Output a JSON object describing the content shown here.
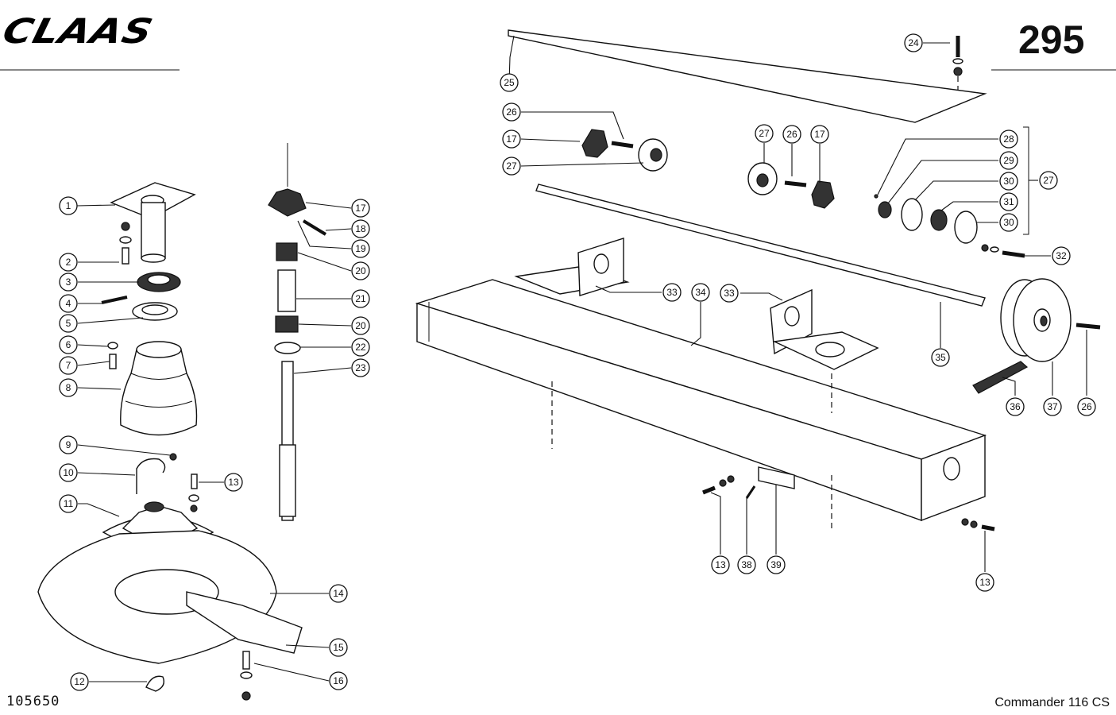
{
  "header": {
    "brand": "CLAAS",
    "page_number": "295"
  },
  "footer": {
    "drawing_number": "105650",
    "model": "Commander 116 CS"
  },
  "callouts": [
    {
      "label": "1"
    },
    {
      "label": "2"
    },
    {
      "label": "3"
    },
    {
      "label": "4"
    },
    {
      "label": "5"
    },
    {
      "label": "6"
    },
    {
      "label": "7"
    },
    {
      "label": "8"
    },
    {
      "label": "9"
    },
    {
      "label": "10"
    },
    {
      "label": "11"
    },
    {
      "label": "13"
    },
    {
      "label": "14"
    },
    {
      "label": "15"
    },
    {
      "label": "12"
    },
    {
      "label": "16"
    },
    {
      "label": "17"
    },
    {
      "label": "18"
    },
    {
      "label": "19"
    },
    {
      "label": "20"
    },
    {
      "label": "21"
    },
    {
      "label": "20"
    },
    {
      "label": "22"
    },
    {
      "label": "23"
    },
    {
      "label": "25"
    },
    {
      "label": "26"
    },
    {
      "label": "17"
    },
    {
      "label": "27"
    },
    {
      "label": "27"
    },
    {
      "label": "26"
    },
    {
      "label": "17"
    },
    {
      "label": "24"
    },
    {
      "label": "28"
    },
    {
      "label": "29"
    },
    {
      "label": "30"
    },
    {
      "label": "31"
    },
    {
      "label": "30"
    },
    {
      "label": "27"
    },
    {
      "label": "32"
    },
    {
      "label": "33"
    },
    {
      "label": "34"
    },
    {
      "label": "33"
    },
    {
      "label": "35"
    },
    {
      "label": "36"
    },
    {
      "label": "37"
    },
    {
      "label": "26"
    },
    {
      "label": "13"
    },
    {
      "label": "38"
    },
    {
      "label": "39"
    },
    {
      "label": "13"
    }
  ]
}
